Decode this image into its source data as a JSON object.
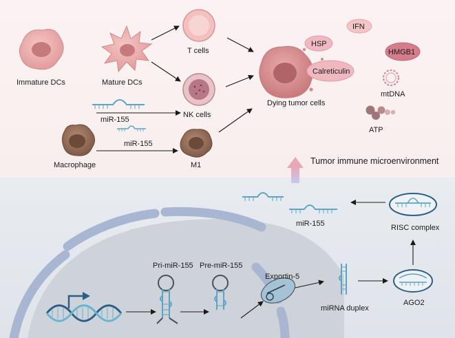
{
  "labels": {
    "immature_dcs": "Immature DCs",
    "mature_dcs": "Mature DCs",
    "t_cells": "T cells",
    "nk_cells": "NK cells",
    "m1": "M1",
    "macrophage": "Macrophage",
    "mir155_top": "miR-155",
    "mir155_mid": "miR-155",
    "dying_tumor_cells": "Dying tumor cells",
    "hsp": "HSP",
    "calreticulin": "Calreticulin",
    "ifn": "IFN",
    "hmgb1": "HMGB1",
    "mtdna": "mtDNA",
    "atp": "ATP",
    "tumor_immune_microenvironment": "Tumor immune microenvironment",
    "mir155_cytoplasm": "miR-155",
    "risc_complex": "RISC complex",
    "ago2": "AGO2",
    "mirna_duplex": "miRNA duplex",
    "exportin5": "Exportin-5",
    "pri_mir155": "Pri-miR-155",
    "pre_mir155": "Pre-miR-155"
  },
  "colors": {
    "top_background": "#fbf1f1",
    "bottom_background": "#e3e8ee",
    "nucleus": "#c9cfd6",
    "nuclear_envelope": "#a6b4d0",
    "rna": "#5ba5c4",
    "dna_dark": "#2c5f86",
    "dc_fill": "#e6b4b4",
    "tumor_fill": "#d99596",
    "macrophage_fill": "#9a7360",
    "arrow": "#1a1a1a"
  }
}
